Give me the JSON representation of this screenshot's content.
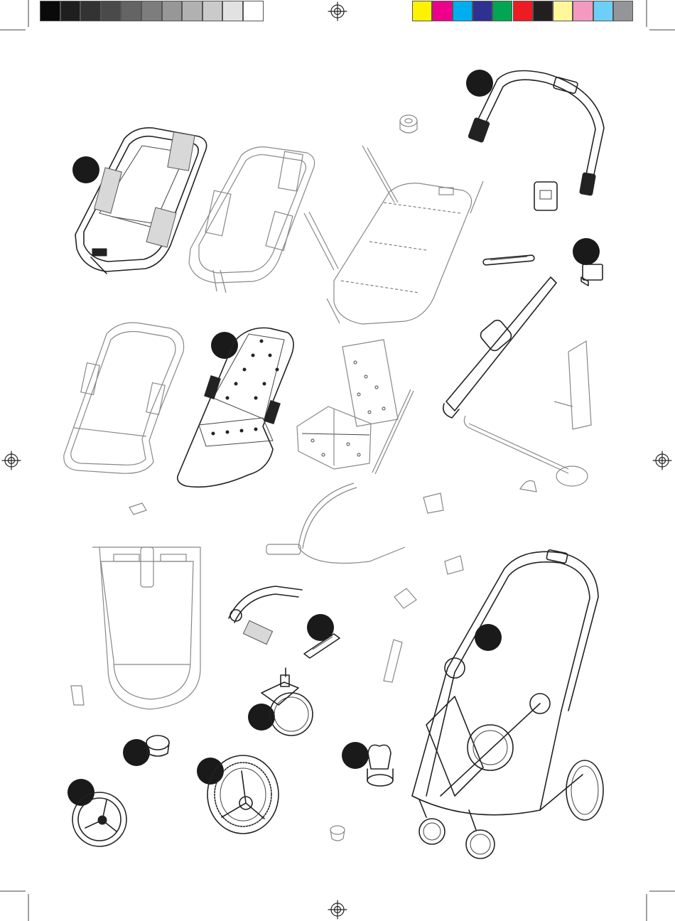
{
  "print_marks": {
    "gray_swatches": [
      "#0a0a0a",
      "#1f1f1f",
      "#333333",
      "#4a4a4a",
      "#646464",
      "#7d7d7d",
      "#979797",
      "#b1b1b1",
      "#cacaca",
      "#e2e2e2",
      "#ffffff"
    ],
    "color_swatches": [
      "#fff200",
      "#ec008c",
      "#00aeef",
      "#2e3192",
      "#00a651",
      "#ed1c24",
      "#231f20",
      "#fff799",
      "#f49ac1",
      "#6dcff6",
      "#939598"
    ]
  },
  "badge_color": "#1a1a1a",
  "badges": [
    {
      "name": "carrycot-badge"
    },
    {
      "name": "handlebar-badge"
    },
    {
      "name": "peg-badge"
    },
    {
      "name": "seat-badge"
    },
    {
      "name": "clip-badge"
    },
    {
      "name": "chassis-badge"
    },
    {
      "name": "swivel-wheel-badge"
    },
    {
      "name": "cap-badge"
    },
    {
      "name": "rear-wheel-badge"
    },
    {
      "name": "cup-holder-badge"
    },
    {
      "name": "small-wheel-badge"
    }
  ]
}
